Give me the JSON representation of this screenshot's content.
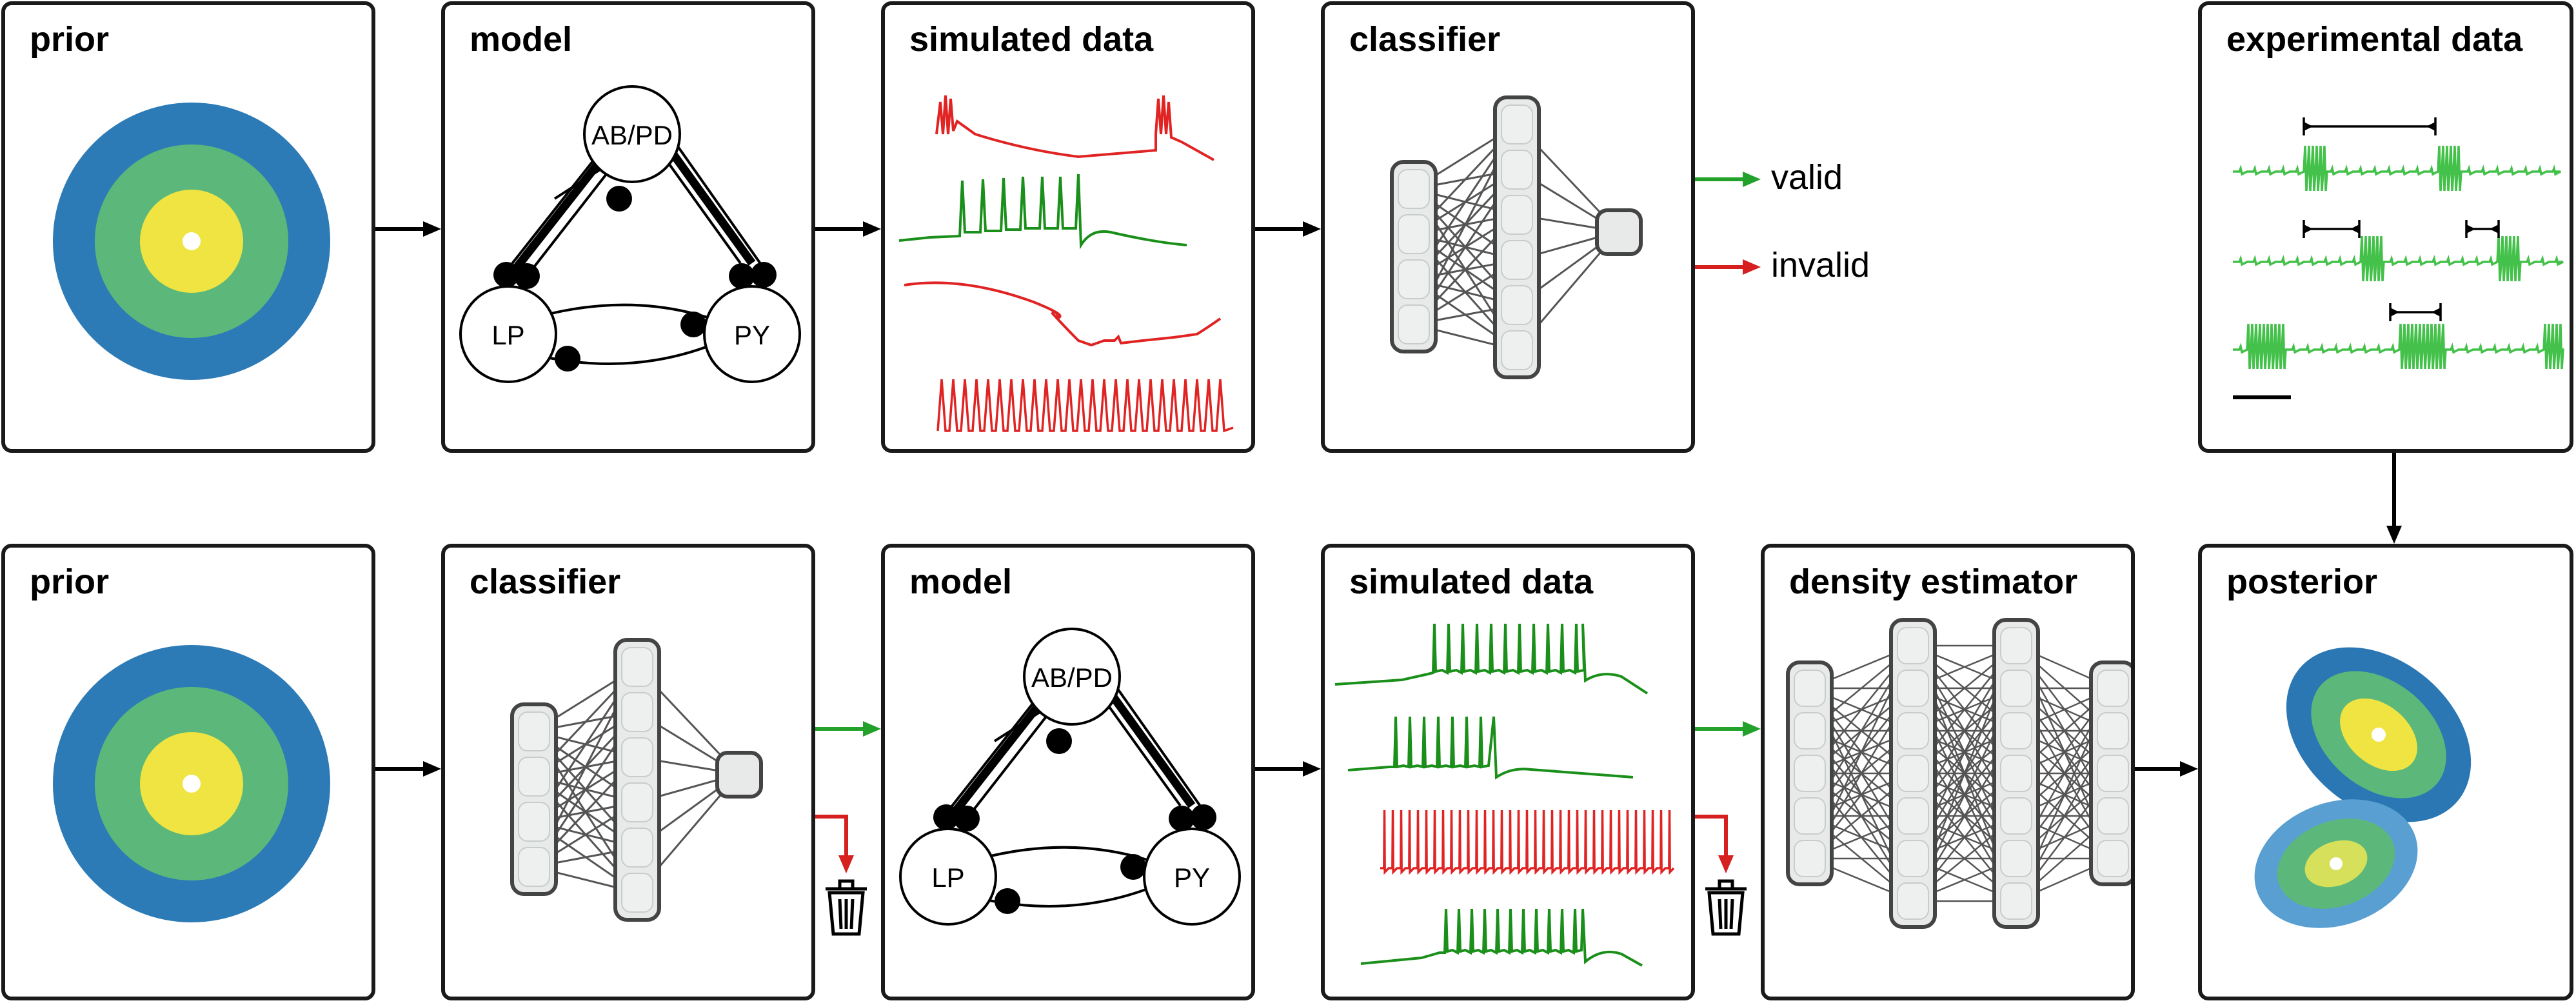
{
  "colors": {
    "outline": "#1a1a1a",
    "valid_arrow": "#22a22a",
    "invalid_arrow": "#d61f1f",
    "trace_green": "#1a8f1a",
    "trace_red": "#e02323",
    "exp_green": "#44c14a",
    "prior_outer": "#2c7bb6",
    "prior_mid": "#5cb87a",
    "prior_inner": "#f0e442",
    "node_fill": "#e8eaea",
    "node_stroke": "#444444",
    "posterior_outer_1": "#2a77b4",
    "posterior_outer_2": "#5a9fd1"
  },
  "top_row": {
    "prior": {
      "title": "prior"
    },
    "model": {
      "title": "model",
      "neurons": [
        "AB/PD",
        "LP",
        "PY"
      ]
    },
    "simulated_data": {
      "title": "simulated data"
    },
    "classifier": {
      "title": "classifier"
    },
    "outcomes": {
      "valid": "valid",
      "invalid": "invalid"
    },
    "experimental_data": {
      "title": "experimental data"
    }
  },
  "bottom_row": {
    "prior": {
      "title": "prior"
    },
    "classifier": {
      "title": "classifier"
    },
    "model": {
      "title": "model",
      "neurons": [
        "AB/PD",
        "LP",
        "PY"
      ]
    },
    "simulated_data": {
      "title": "simulated data"
    },
    "density_estimator": {
      "title": "density estimator"
    },
    "posterior": {
      "title": "posterior"
    }
  },
  "icons": {
    "discard_1": "trash-icon",
    "discard_2": "trash-icon"
  }
}
